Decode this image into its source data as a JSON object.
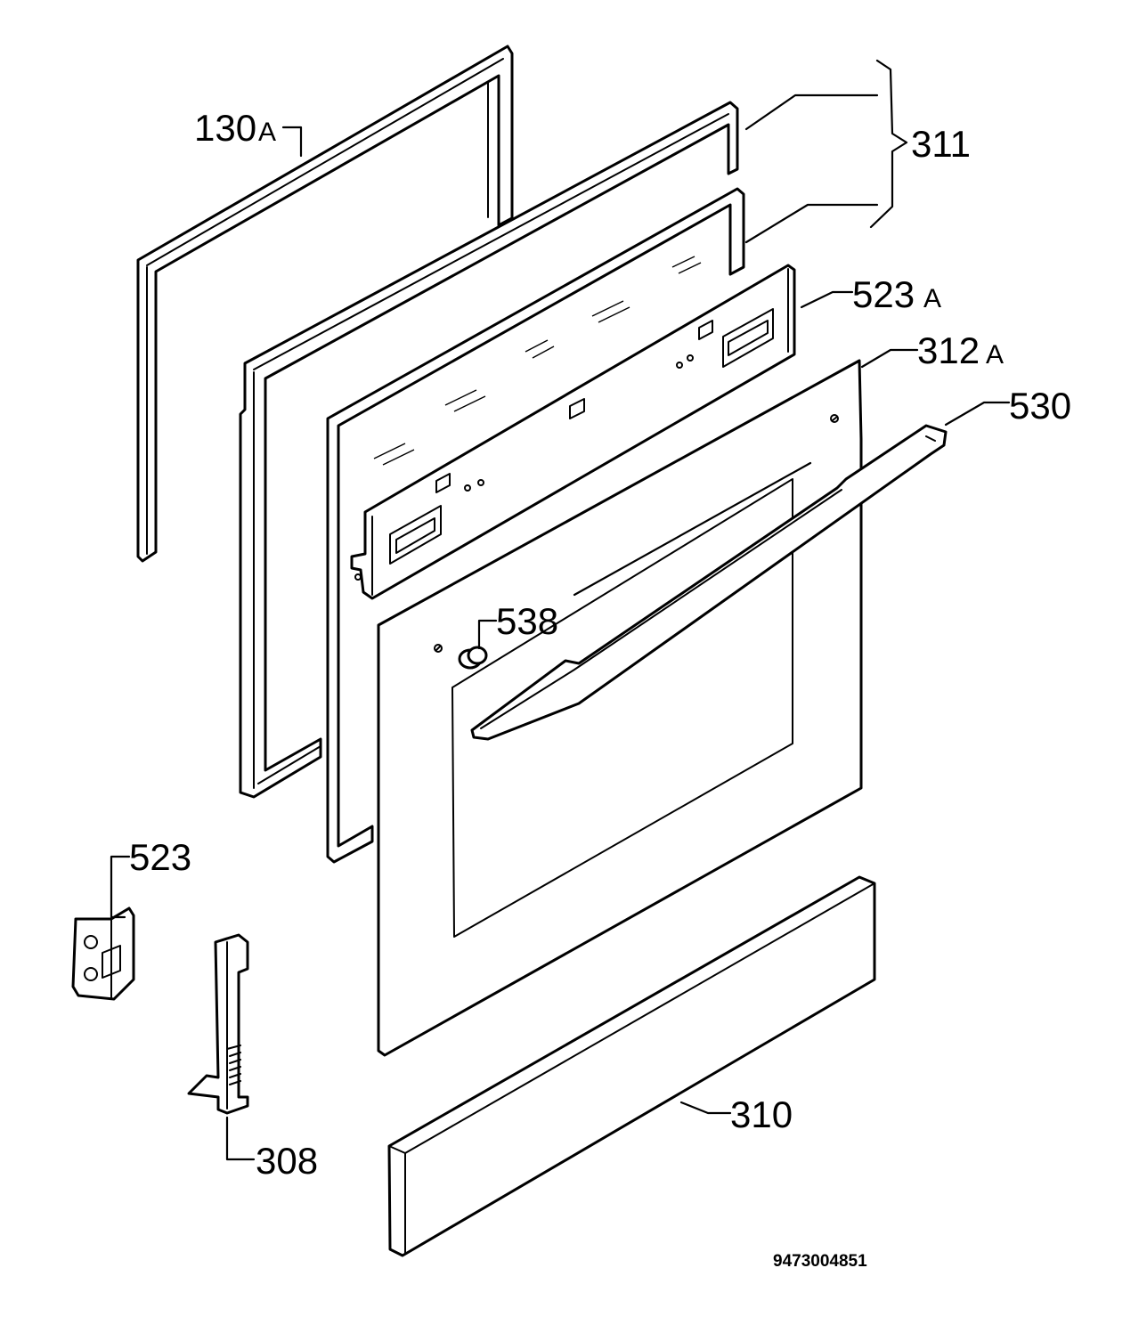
{
  "labels": {
    "gasket": {
      "number": "130",
      "suffix": "A"
    },
    "inner_glass_set": {
      "number": "311"
    },
    "hinge_bracket": {
      "number": "523",
      "suffix": "A"
    },
    "door_frame": {
      "number": "312",
      "suffix": "A"
    },
    "handle": {
      "number": "530"
    },
    "handle_cap": {
      "number": "538"
    },
    "hinge_clip": {
      "number": "523"
    },
    "hinge_arm": {
      "number": "308"
    },
    "bottom_trim": {
      "number": "310"
    }
  },
  "document_number": "9473004851"
}
